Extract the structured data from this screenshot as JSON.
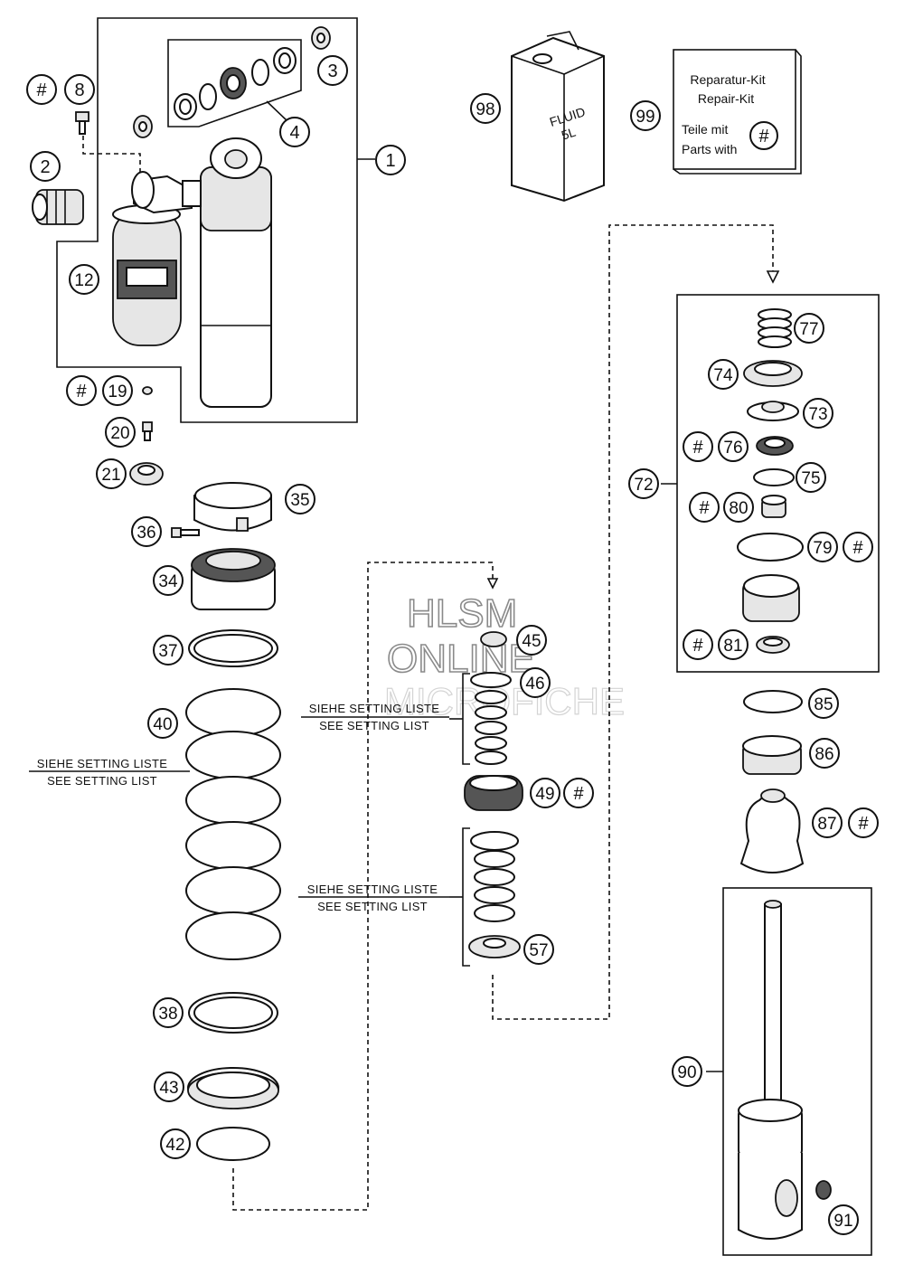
{
  "watermark": {
    "line1": "HLSM",
    "line2": "ONLINE",
    "line3": "MICROFICHE"
  },
  "kit_box": {
    "line1": "Reparatur-Kit",
    "line2": "Repair-Kit",
    "line3": "Teile mit",
    "line4": "Parts with",
    "symbol": "#"
  },
  "fluid_can": {
    "line1": "FLUID",
    "line2": "5L"
  },
  "notes": {
    "spring_de": "SIEHE SETTING LISTE",
    "spring_en": "SEE SETTING LIST",
    "shims_upper_de": "SIEHE SETTING LISTE",
    "shims_upper_en": "SEE SETTING LIST",
    "shims_lower_de": "SIEHE SETTING LISTE",
    "shims_lower_en": "SEE SETTING LIST"
  },
  "repair_kit_symbol": "#",
  "callouts": [
    {
      "id": "c1",
      "label": "1"
    },
    {
      "id": "c2",
      "label": "2"
    },
    {
      "id": "c3",
      "label": "3"
    },
    {
      "id": "c4",
      "label": "4"
    },
    {
      "id": "c8",
      "label": "8"
    },
    {
      "id": "c12",
      "label": "12"
    },
    {
      "id": "c19",
      "label": "19"
    },
    {
      "id": "c20",
      "label": "20"
    },
    {
      "id": "c21",
      "label": "21"
    },
    {
      "id": "c34",
      "label": "34"
    },
    {
      "id": "c35",
      "label": "35"
    },
    {
      "id": "c36",
      "label": "36"
    },
    {
      "id": "c37",
      "label": "37"
    },
    {
      "id": "c38",
      "label": "38"
    },
    {
      "id": "c40",
      "label": "40"
    },
    {
      "id": "c42",
      "label": "42"
    },
    {
      "id": "c43",
      "label": "43"
    },
    {
      "id": "c45",
      "label": "45"
    },
    {
      "id": "c46",
      "label": "46"
    },
    {
      "id": "c49",
      "label": "49"
    },
    {
      "id": "c57",
      "label": "57"
    },
    {
      "id": "c72",
      "label": "72"
    },
    {
      "id": "c73",
      "label": "73"
    },
    {
      "id": "c74",
      "label": "74"
    },
    {
      "id": "c75",
      "label": "75"
    },
    {
      "id": "c76",
      "label": "76"
    },
    {
      "id": "c77",
      "label": "77"
    },
    {
      "id": "c79",
      "label": "79"
    },
    {
      "id": "c80",
      "label": "80"
    },
    {
      "id": "c81",
      "label": "81"
    },
    {
      "id": "c85",
      "label": "85"
    },
    {
      "id": "c86",
      "label": "86"
    },
    {
      "id": "c87",
      "label": "87"
    },
    {
      "id": "c90",
      "label": "90"
    },
    {
      "id": "c91",
      "label": "91"
    },
    {
      "id": "c98",
      "label": "98"
    },
    {
      "id": "c99",
      "label": "99"
    }
  ]
}
